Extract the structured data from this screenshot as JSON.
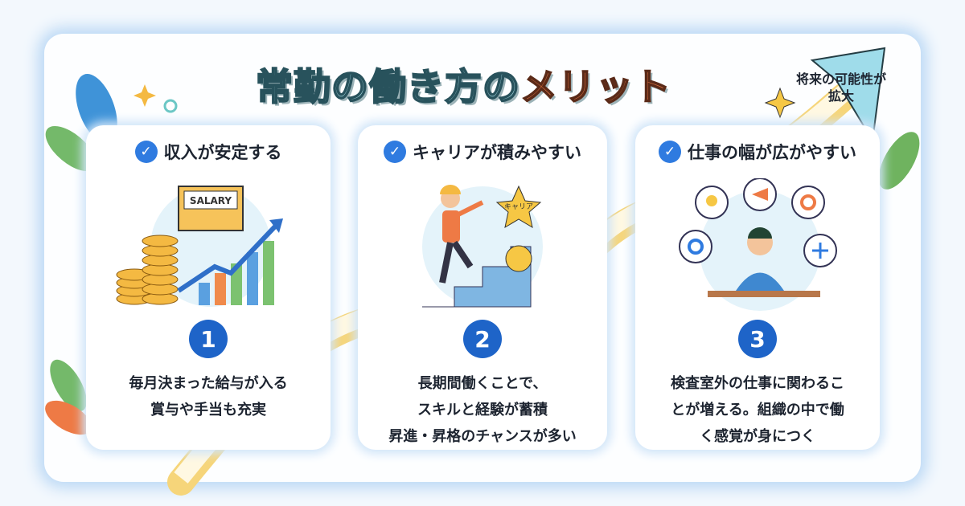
{
  "title": {
    "main": "常勤の働き方の",
    "accent": "メリット"
  },
  "future_label": {
    "line1": "将来の可能性が",
    "line2": "拡大"
  },
  "cards": [
    {
      "number": "1",
      "heading": "収入が安定する",
      "lines": [
        "毎月決まった給与が入る",
        "賞与や手当も充実"
      ],
      "illustration_text": "SALARY"
    },
    {
      "number": "2",
      "heading": "キャリアが積みやすい",
      "lines": [
        "長期間働くことで、",
        "スキルと経験が蓄積",
        "昇進・昇格のチャンスが多い"
      ],
      "illustration_text": "キャリア"
    },
    {
      "number": "3",
      "heading": "仕事の幅が広がやすい",
      "lines": [
        "検査室外の仕事に関わるこ",
        "とが増える。組織の中で働",
        "く感覚が身につく"
      ]
    }
  ],
  "colors": {
    "accent": "#ee7a45",
    "blue": "#1e64c8",
    "check": "#2f7be0"
  }
}
